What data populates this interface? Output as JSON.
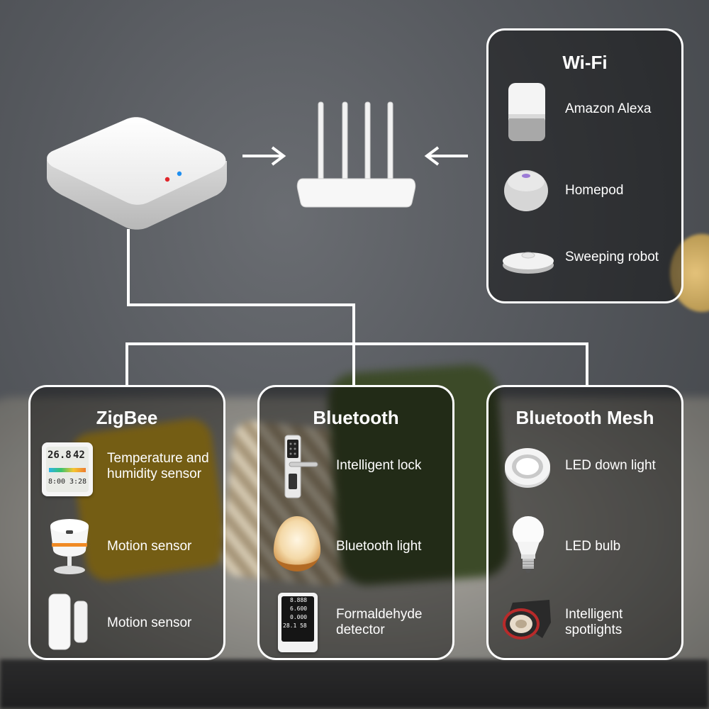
{
  "groups": {
    "wifi": {
      "title": "Wi-Fi",
      "items": [
        {
          "label": "Amazon Alexa",
          "icon": "smart-speaker-icon"
        },
        {
          "label": "Homepod",
          "icon": "homepod-icon"
        },
        {
          "label": "Sweeping robot",
          "icon": "robot-vacuum-icon"
        }
      ]
    },
    "zigbee": {
      "title": "ZigBee",
      "items": [
        {
          "label_line1": "Temperature and",
          "label_line2": "humidity sensor",
          "icon": "thermo-hygrometer-icon"
        },
        {
          "label": "Motion sensor",
          "icon": "motion-sensor-icon"
        },
        {
          "label": "Motion sensor",
          "icon": "door-sensor-icon"
        }
      ]
    },
    "bluetooth": {
      "title": "Bluetooth",
      "items": [
        {
          "label": "Intelligent lock",
          "icon": "smart-lock-icon"
        },
        {
          "label": "Bluetooth light",
          "icon": "egg-lamp-icon"
        },
        {
          "label_line1": "Formaldehyde",
          "label_line2": "detector",
          "icon": "air-monitor-icon"
        }
      ]
    },
    "mesh": {
      "title": "Bluetooth Mesh",
      "items": [
        {
          "label": "LED down light",
          "icon": "downlight-icon"
        },
        {
          "label": "LED bulb",
          "icon": "led-bulb-icon"
        },
        {
          "label_line1": "Intelligent",
          "label_line2": "spotlights",
          "icon": "spotlight-icon"
        }
      ]
    }
  },
  "sensor_display": {
    "temp": "26.8",
    "humidity": "42",
    "time": "8:00",
    "date": "3:28"
  },
  "monitor_display": {
    "co2": "8.888",
    "hcho": "6.600",
    "tvoc": "0.000",
    "temp": "28.1",
    "rh": "58"
  },
  "colors": {
    "panel_border": "#ffffff",
    "connector": "#ffffff",
    "hub_led_red": "#e0262b",
    "hub_led_blue": "#1f8ff0"
  }
}
